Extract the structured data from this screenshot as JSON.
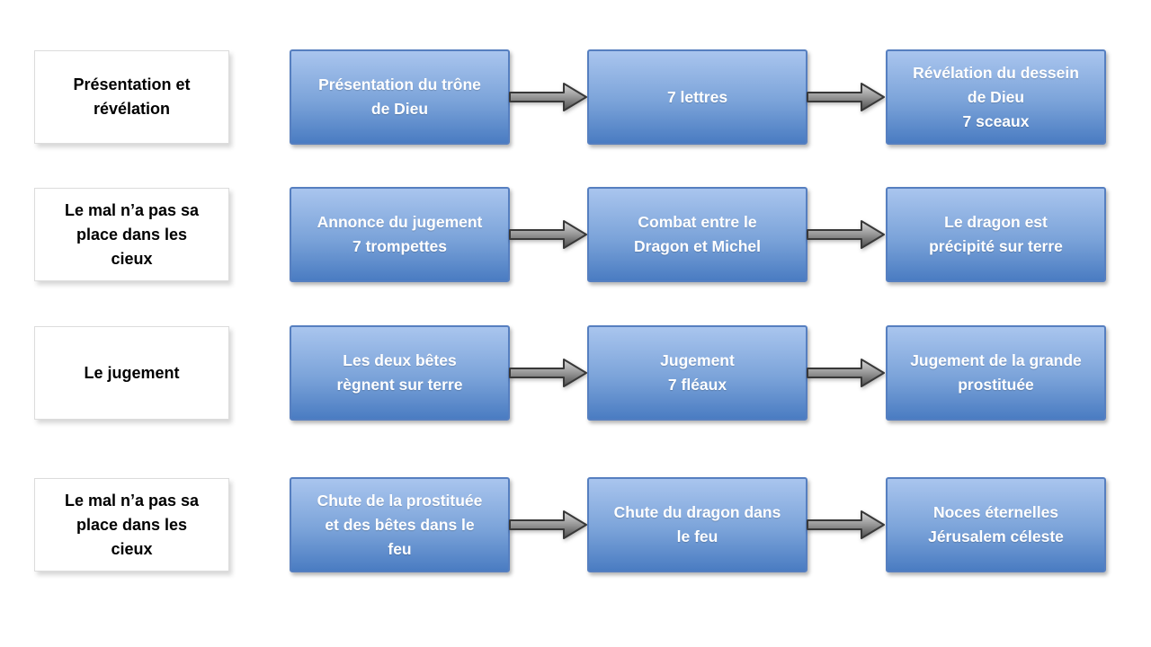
{
  "diagram": {
    "type": "flowchart",
    "colors": {
      "step_gradient_top": "#a9c5ee",
      "step_gradient_bottom": "#4a7cc2",
      "step_border": "#567fc0",
      "step_text": "#ffffff",
      "label_background": "#ffffff",
      "label_border": "#dcdcdc",
      "label_text": "#000000",
      "arrow_gradient_top": "#d9d9d9",
      "arrow_gradient_bottom": "#4b4b4b",
      "arrow_outline": "#383838"
    },
    "connector_icon": "arrow-right-icon",
    "rows": [
      {
        "label": "Présentation et\nrévélation",
        "steps": [
          "Présentation du trône\nde Dieu",
          "7 lettres",
          "Révélation du dessein\nde Dieu\n7 sceaux"
        ]
      },
      {
        "label": "Le mal n’a pas sa\nplace dans les\ncieux",
        "steps": [
          "Annonce du jugement\n7 trompettes",
          "Combat entre le\nDragon et Michel",
          "Le dragon est\nprécipité sur terre"
        ]
      },
      {
        "label": "Le jugement",
        "steps": [
          "Les deux bêtes\nrègnent sur terre",
          "Jugement\n7 fléaux",
          "Jugement de la grande\nprostituée"
        ]
      },
      {
        "label": "Le mal n’a pas sa\nplace dans les\ncieux",
        "steps": [
          "Chute de la prostituée\net des bêtes dans le\nfeu",
          "Chute du dragon dans\nle feu",
          "Noces éternelles\nJérusalem céleste"
        ]
      }
    ]
  }
}
